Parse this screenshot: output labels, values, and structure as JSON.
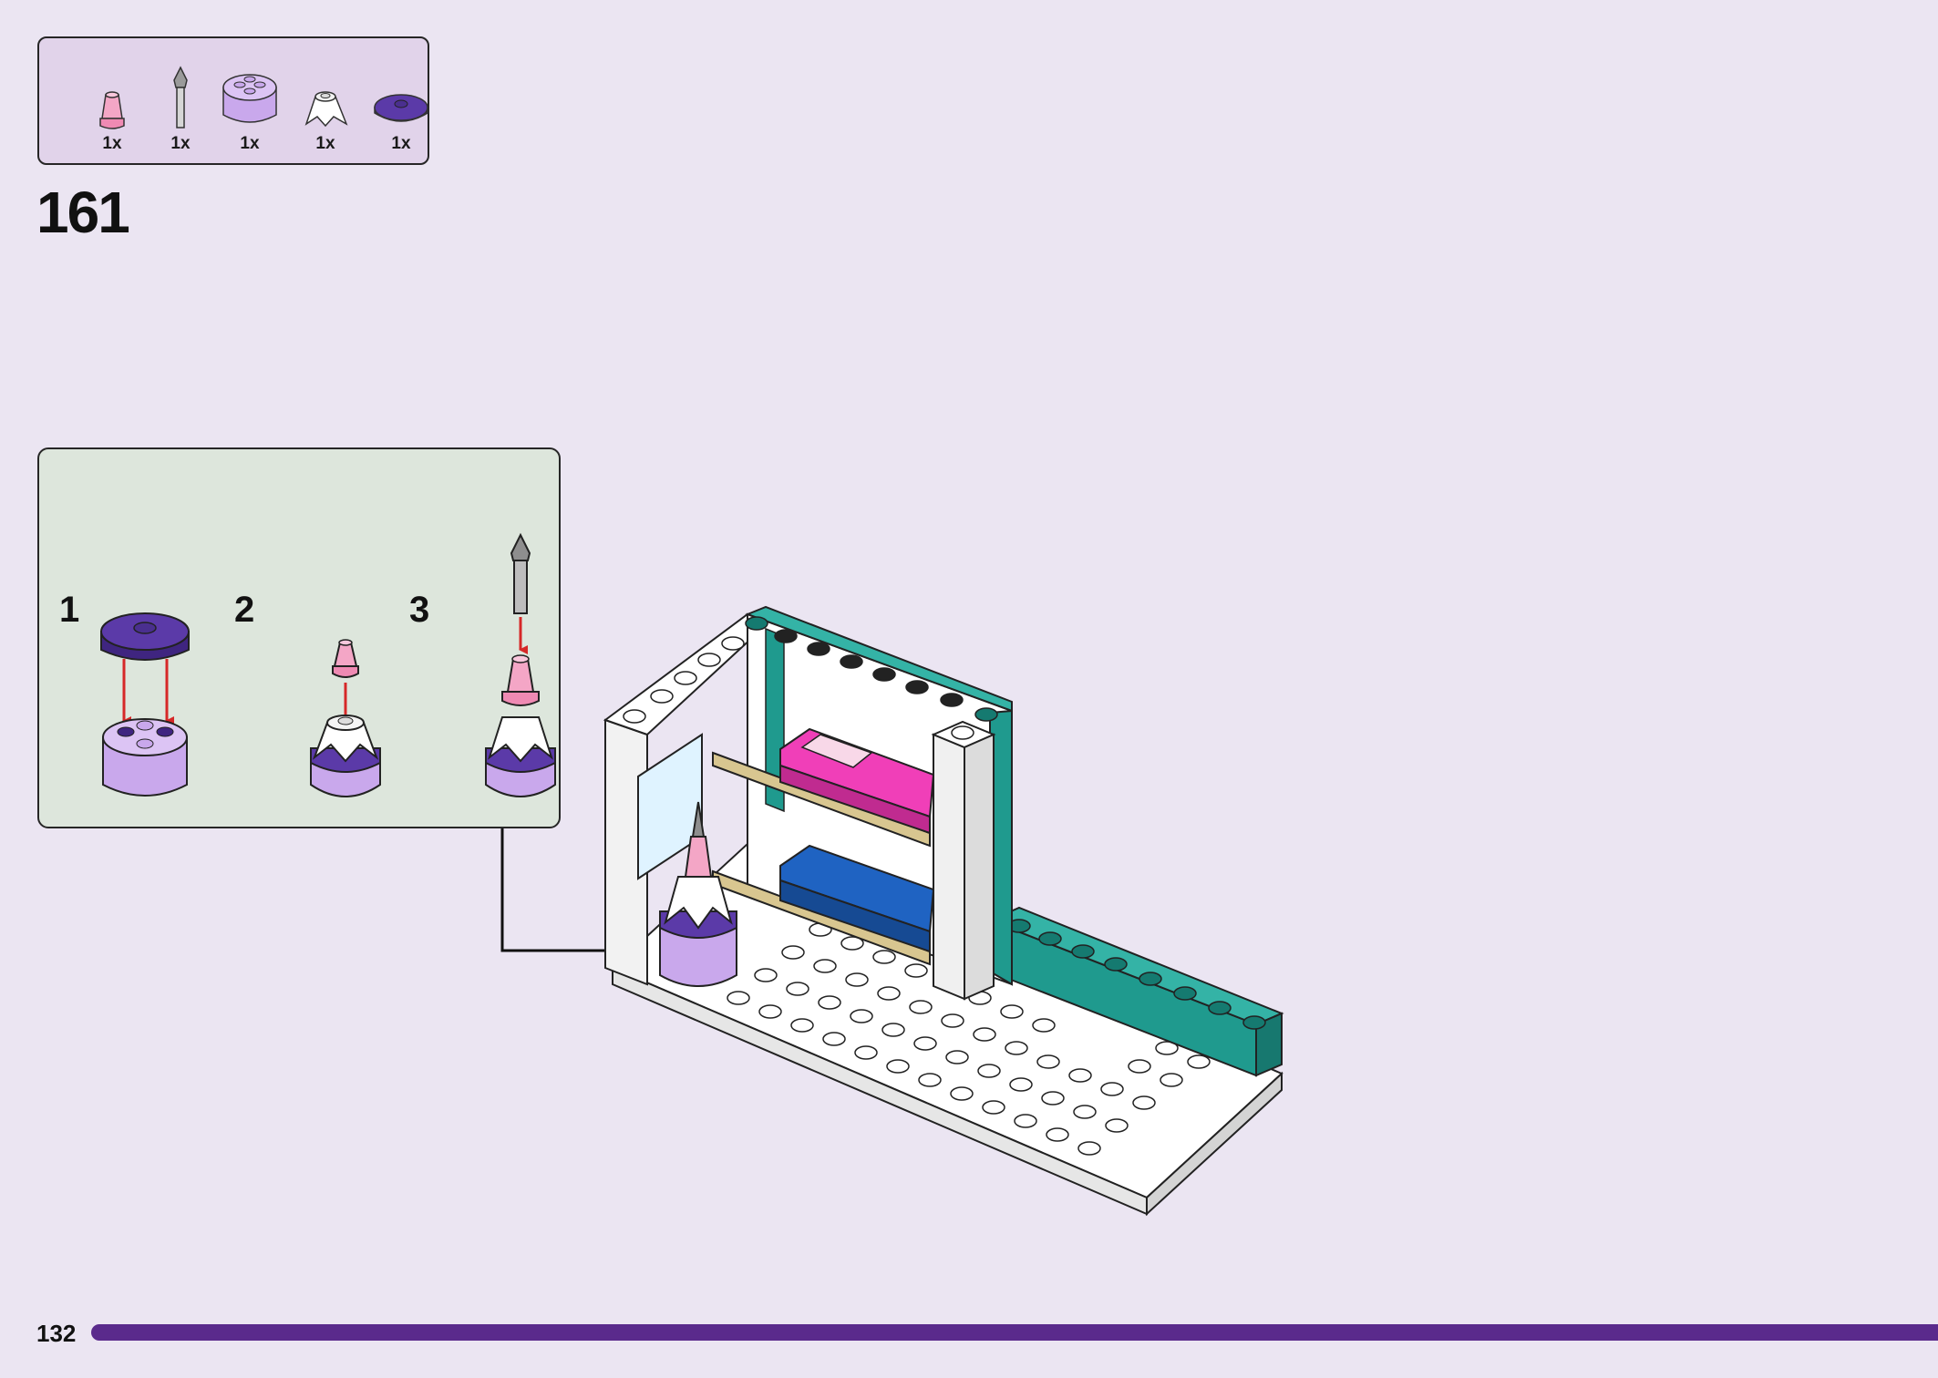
{
  "parts_list": {
    "items": [
      {
        "icon": "trans-pink-cone-icon",
        "quantity": "1x"
      },
      {
        "icon": "grey-wand-bar-icon",
        "quantity": "1x"
      },
      {
        "icon": "lavender-round-brick-icon",
        "quantity": "1x"
      },
      {
        "icon": "white-cone-flower-icon",
        "quantity": "1x"
      },
      {
        "icon": "purple-round-tile-icon",
        "quantity": "1x"
      }
    ]
  },
  "step": {
    "number": "161"
  },
  "sub_assembly": {
    "steps": [
      {
        "label": "1"
      },
      {
        "label": "2"
      },
      {
        "label": "3"
      }
    ]
  },
  "page": {
    "number": "132"
  },
  "colors": {
    "background": "#ebe5f2",
    "parts_panel": "#e1d3ea",
    "callout": "#dde6dc",
    "progress_bar": "#5a2a8c",
    "arrow_red": "#d62828",
    "teal": "#1f9a8e",
    "magenta": "#f03fb8",
    "blue": "#1f63c2",
    "purple": "#5b3aa8",
    "lavender": "#c9a8ec"
  }
}
